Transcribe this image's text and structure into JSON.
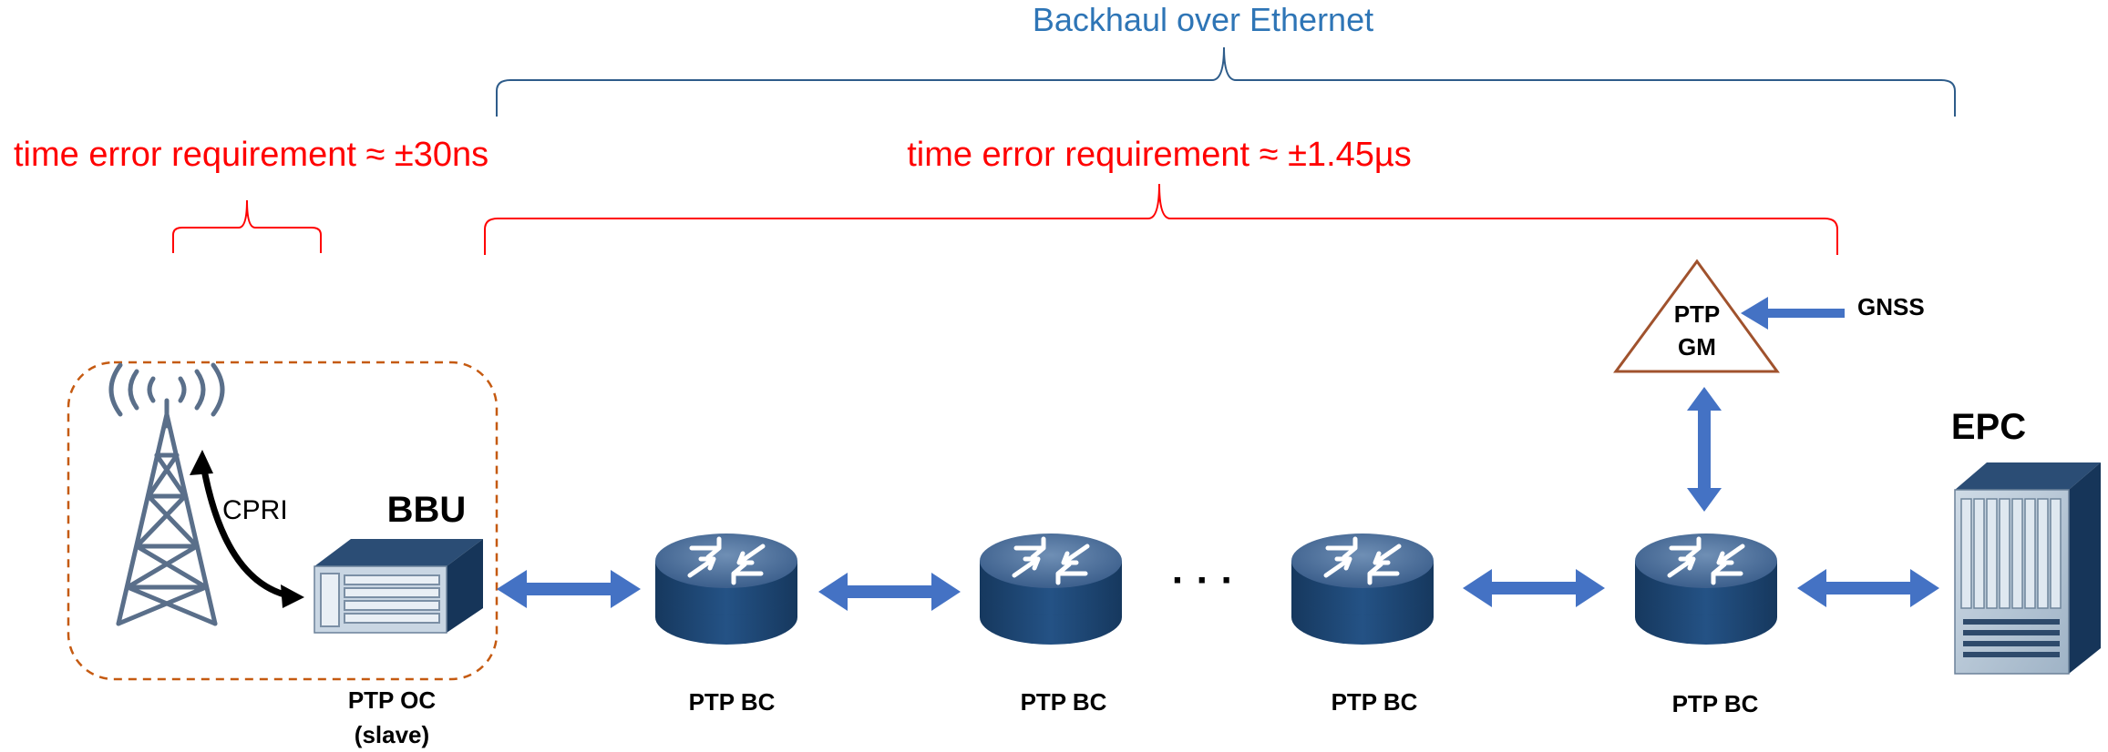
{
  "labels": {
    "backhaul": "Backhaul over Ethernet",
    "te_left": "time error requirement ≈ ±30ns",
    "te_right": "time error requirement ≈ ±1.45µs",
    "cpri": "CPRI",
    "bbu": "BBU",
    "epc": "EPC",
    "gnss": "GNSS",
    "gm_line1": "PTP",
    "gm_line2": "GM",
    "oc_line1": "PTP OC",
    "oc_line2": "(slave)",
    "bc1": "PTP BC",
    "bc2": "PTP BC",
    "bc3": "PTP BC",
    "bc4": "PTP BC",
    "ellipsis": "· · ·"
  },
  "icons": {
    "tower": "cell-tower-icon",
    "bbu": "bbu-chassis-icon",
    "router": "router-icon",
    "epc": "server-rack-icon",
    "grandmaster": "triangle-icon"
  },
  "colors": {
    "blue_text": "#2e75b6",
    "red": "#ff0000",
    "arrow": "#4472c4",
    "dashed_box": "#c55a11",
    "triangle": "#a0522d",
    "router_body": "#1f4e79",
    "tower": "#5a6f8a"
  }
}
